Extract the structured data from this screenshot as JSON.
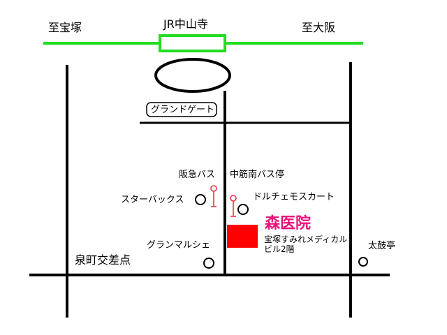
{
  "railway": {
    "station": "JR中山寺",
    "west_label": "至宝塚",
    "east_label": "至大阪",
    "line_color": "#22dd22"
  },
  "landmarks": {
    "grand_gate": "グランドゲート",
    "hankyu_bus": "阪急バス",
    "bus_stop": "中筋南バス停",
    "starbucks": "スターバックス",
    "dolce": "ドルチェモスカート",
    "gran_marche": "グランマルシェ",
    "izumi_cho": "泉町交差点",
    "taikotei": "太鼓亭"
  },
  "clinic": {
    "name": "森医院",
    "building_line1": "宝塚すみれメディカル",
    "building_line2": "ビル2階",
    "name_color": "#e8137a",
    "marker_color": "#ff0000"
  },
  "bus_stop_color": "#ee3344"
}
